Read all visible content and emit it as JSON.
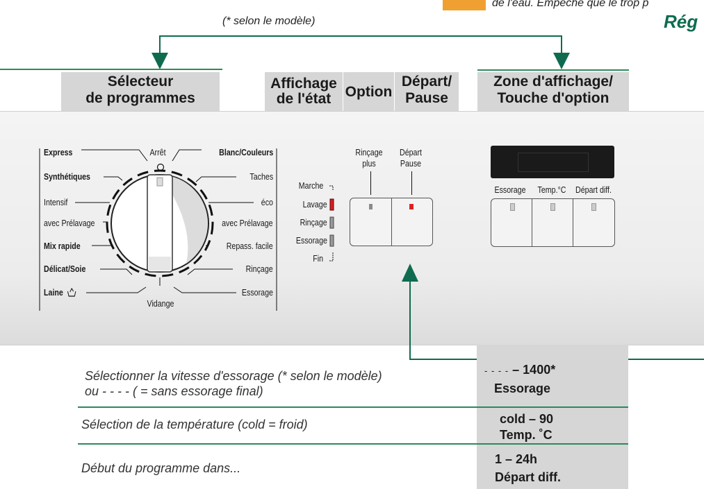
{
  "top_right_fragment": "de l'eau. Empêche que le trop p",
  "section_title_fragment": "Rég",
  "model_note": "(* selon le modèle)",
  "headers": {
    "selector_l1": "Sélecteur",
    "selector_l2": "de programmes",
    "status_l1": "Affichage",
    "status_l2": "de l'état",
    "option": "Option",
    "start_l1": "Départ/",
    "start_l2": "Pause",
    "zone_l1": "Zone d'affichage/",
    "zone_l2": "Touche d'option"
  },
  "dial": {
    "top": "Arrêt",
    "bottom": "Vidange",
    "left": [
      "Express",
      "Synthétiques",
      "Intensif",
      "avec Prélavage",
      "Mix rapide",
      "Délicat/Soie",
      "Laine"
    ],
    "right": [
      "Blanc/Couleurs",
      "Taches",
      "éco",
      "avec Prélavage",
      "Repass. facile",
      "Rinçage",
      "Essorage"
    ],
    "bold_left": [
      true,
      true,
      false,
      false,
      true,
      true,
      true
    ],
    "bold_right": [
      true,
      false,
      false,
      false,
      false,
      false,
      false
    ]
  },
  "status": {
    "items": [
      "Marche",
      "Lavage",
      "Rinçage",
      "Essorage",
      "Fin"
    ],
    "active": "Lavage",
    "active_color": "#d42020"
  },
  "buttons": {
    "rinse_l1": "Rinçage",
    "rinse_l2": "plus",
    "start_l1": "Départ",
    "start_l2": "Pause"
  },
  "display_buttons": [
    "Essorage",
    "Temp.°C",
    "Départ diff."
  ],
  "rows": [
    {
      "desc_l1": "Sélectionner la vitesse d'essorage (* selon le modèle)",
      "desc_l2": "ou - - - - ( = sans essorage final)",
      "range_dash": "- - - -",
      "range": " – 1400*",
      "label": "Essorage"
    },
    {
      "desc_l1": "Sélection de la température (cold = froid)",
      "desc_l2": "",
      "range_dash": "",
      "range": "cold – 90",
      "label": "Temp. ˚C"
    },
    {
      "desc_l1": "Début du programme dans...",
      "desc_l2": "",
      "range_dash": "",
      "range": "1 – 24h",
      "label": "Départ diff."
    }
  ],
  "colors": {
    "accent_green": "#0f6b4f",
    "line_green": "#2a8a5a",
    "header_grey": "#d6d6d6",
    "orange": "#f0a030"
  }
}
